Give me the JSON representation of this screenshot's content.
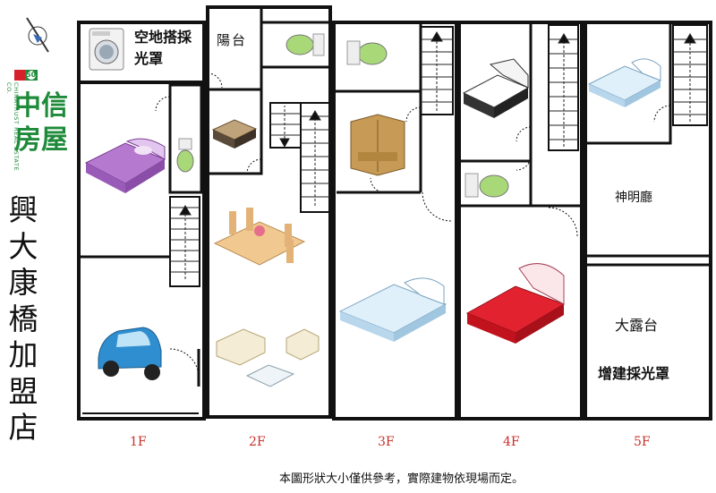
{
  "brand": {
    "name_zh": "中信房屋",
    "name_en": "CHINATRUST REAL ESTATE CO.",
    "badge": "50",
    "colors": {
      "green": "#1f8b3a",
      "red": "#d6202a"
    }
  },
  "store_name_chars": [
    "興",
    "大",
    "康",
    "橋",
    "加",
    "盟",
    "店"
  ],
  "compass_icon": "compass-icon",
  "floors": [
    {
      "label": "1F",
      "annotation": "空地搭採光罩"
    },
    {
      "label": "2F",
      "room_label": "陽台"
    },
    {
      "label": "3F"
    },
    {
      "label": "4F"
    },
    {
      "label": "5F",
      "rooms": [
        "神明廳",
        "大露台"
      ],
      "annotation": "增建採光罩"
    }
  ],
  "footnote": "本圖形狀大小僅供參考，實際建物依現場而定。"
}
